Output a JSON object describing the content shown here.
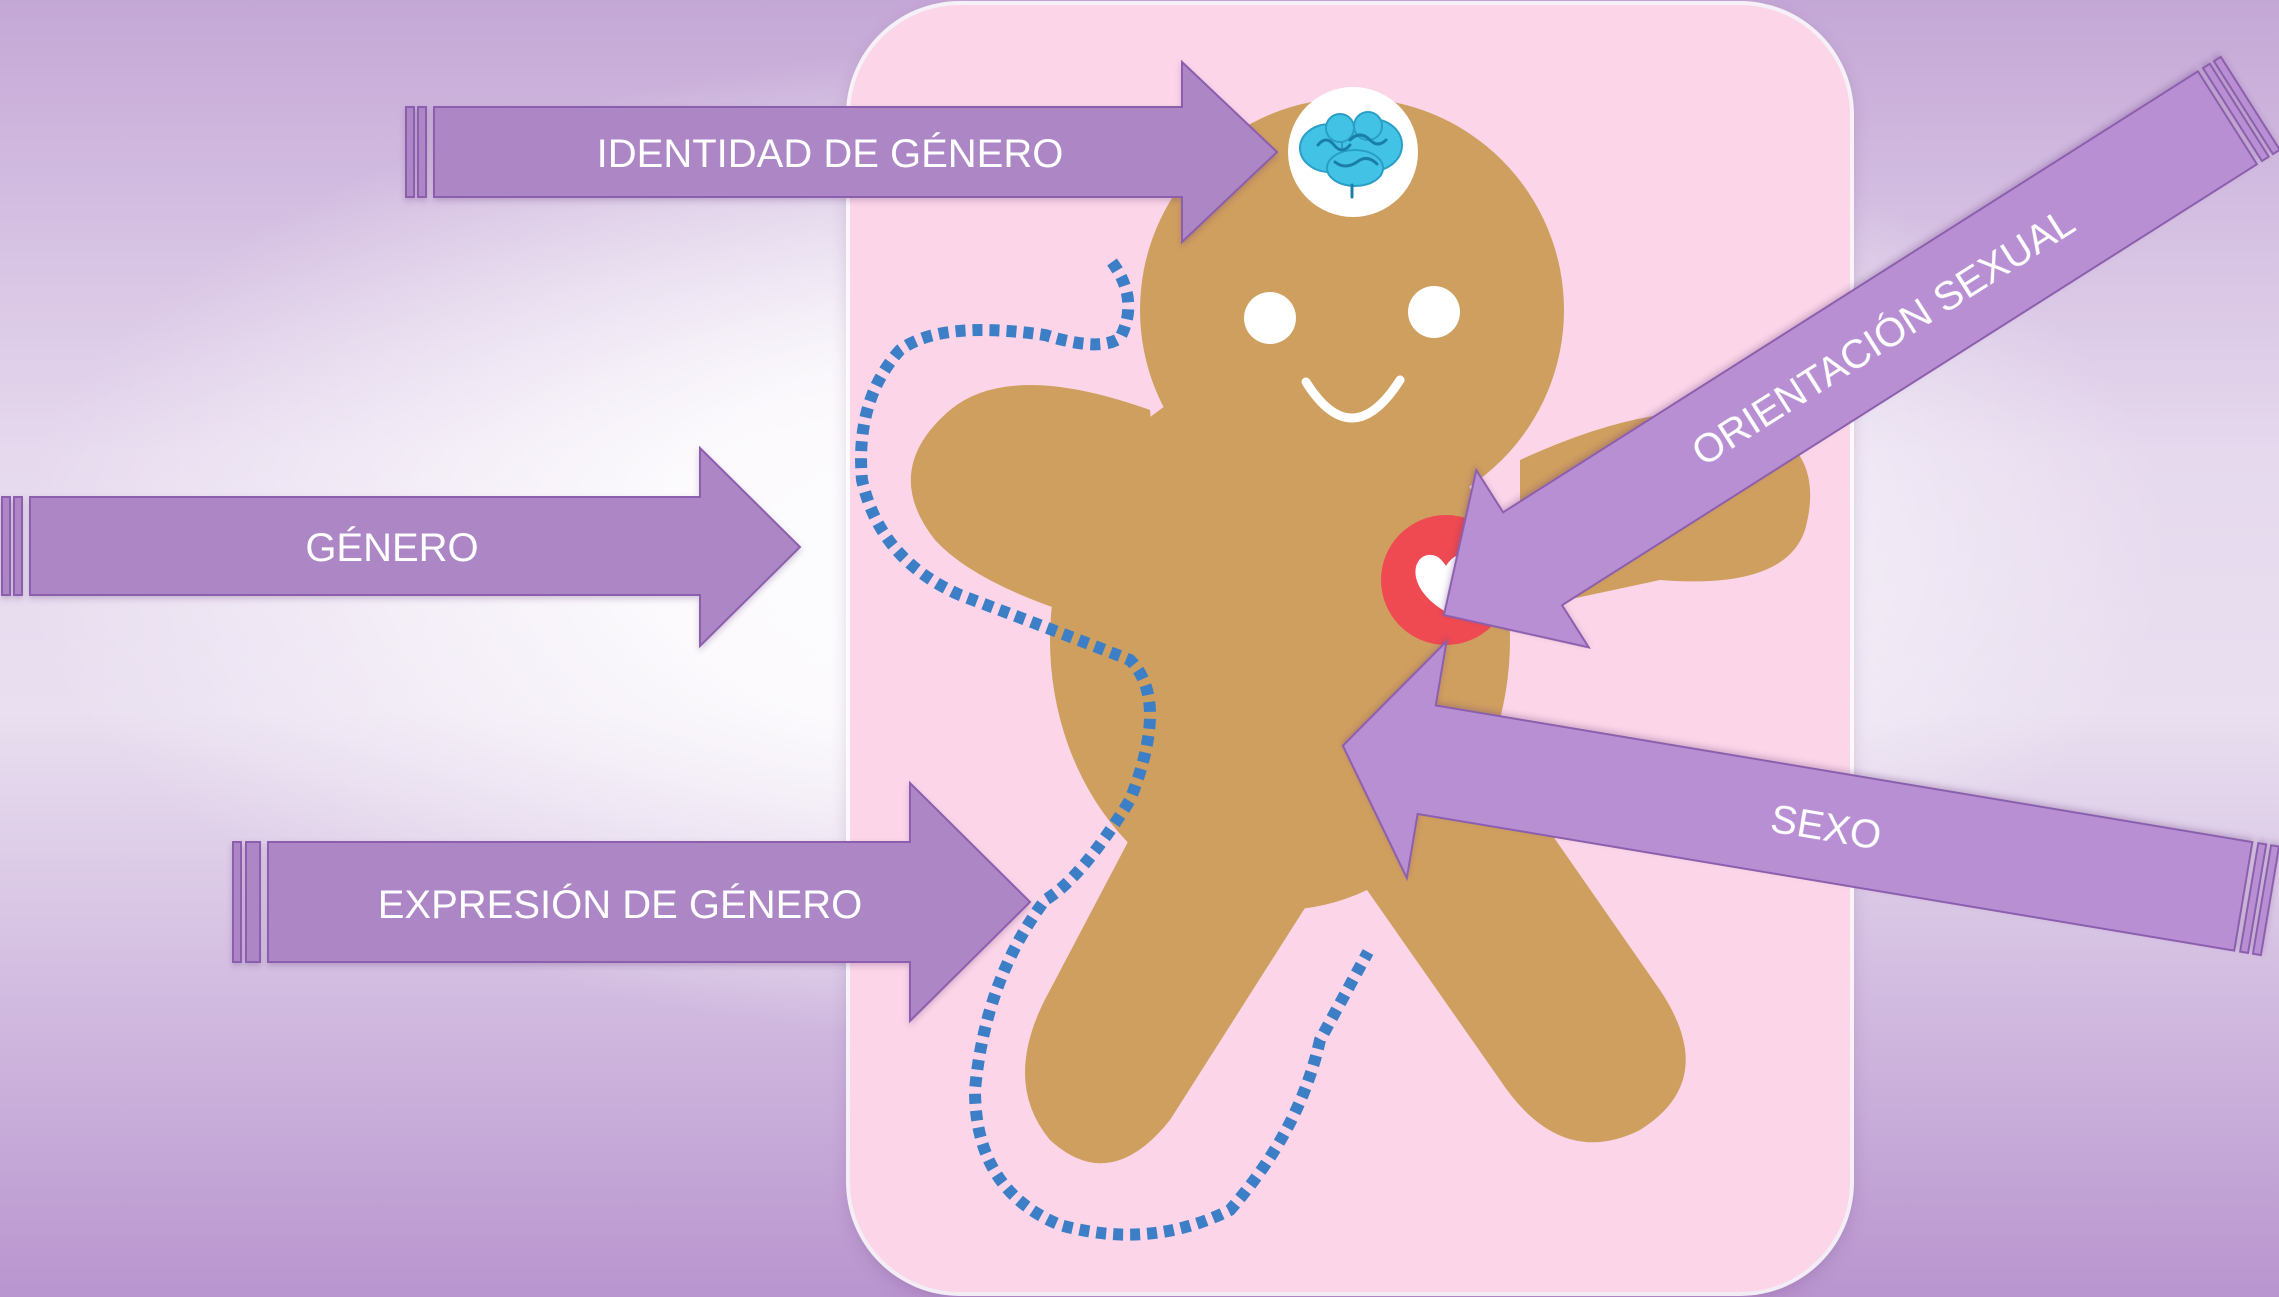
{
  "labels": {
    "identity": "IDENTIDAD DE GÉNERO",
    "gender": "GÉNERO",
    "expression": "EXPRESIÓN DE GÉNERO",
    "orientation": "ORIENTACIÓN SEXUAL",
    "sex": "SEXO"
  },
  "colors": {
    "arrow_fill": "#ad86c6",
    "arrow_fill_right": "#b98fd4",
    "arrow_stroke": "#8c5fae",
    "card_background": "#fcd6e8",
    "gingerbread": "#cf9f5f",
    "outline_dash": "#3d7fc6",
    "heart_circle": "#ef4a52",
    "brain": "#42c3e6"
  },
  "icons": [
    "brain-icon",
    "heart-icon"
  ]
}
